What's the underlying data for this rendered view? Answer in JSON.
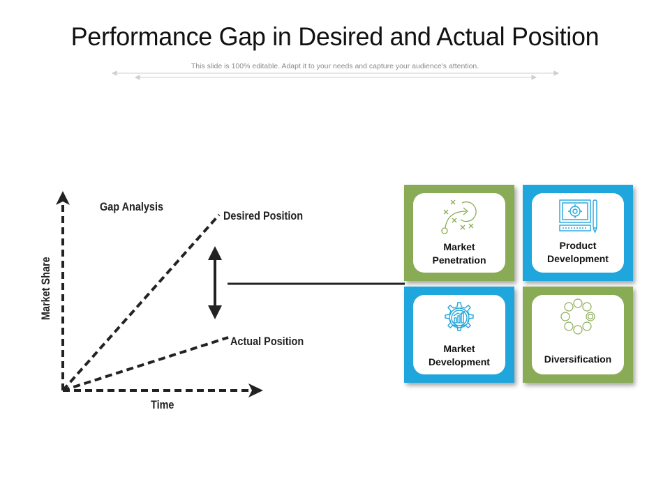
{
  "header": {
    "title": "Performance Gap in Desired and Actual Position",
    "subtitle": "This slide is 100% editable. Adapt it to your needs and capture your audience's attention."
  },
  "diagram": {
    "heading": "Gap Analysis",
    "y_axis_label": "Market Share",
    "x_axis_label": "Time",
    "line_desired_label": "Desired Position",
    "line_actual_label": "Actual Position"
  },
  "strategies": [
    {
      "label_line1": "Market",
      "label_line2": "Penetration",
      "icon": "strategy-play-icon",
      "color": "#8aab55"
    },
    {
      "label_line1": "Product",
      "label_line2": "Development",
      "icon": "design-blueprint-icon",
      "color": "#1ea6dd"
    },
    {
      "label_line1": "Market",
      "label_line2": "Development",
      "icon": "gear-chart-icon",
      "color": "#1ea6dd"
    },
    {
      "label_line1": "Diversification",
      "label_line2": "",
      "icon": "circles-ring-icon",
      "color": "#8aab55"
    }
  ]
}
